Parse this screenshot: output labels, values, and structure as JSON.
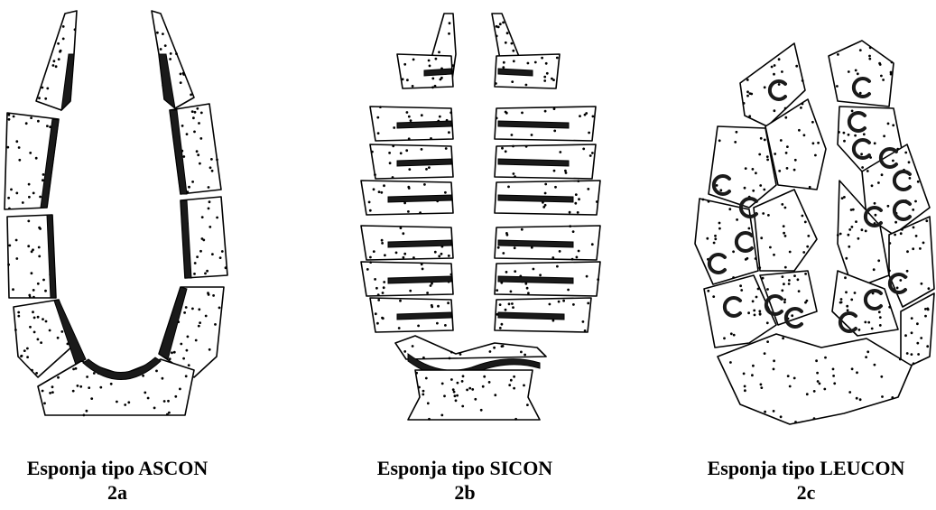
{
  "figures": [
    {
      "id": "ascon",
      "title": "Esponja tipo ASCON",
      "label": "2a"
    },
    {
      "id": "sicon",
      "title": "Esponja tipo SICON",
      "label": "2b"
    },
    {
      "id": "leucon",
      "title": "Esponja tipo LEUCON",
      "label": "2c"
    }
  ],
  "colors": {
    "ink": "#000000",
    "choanoderm": "#1a1a1a",
    "background": "#ffffff"
  }
}
